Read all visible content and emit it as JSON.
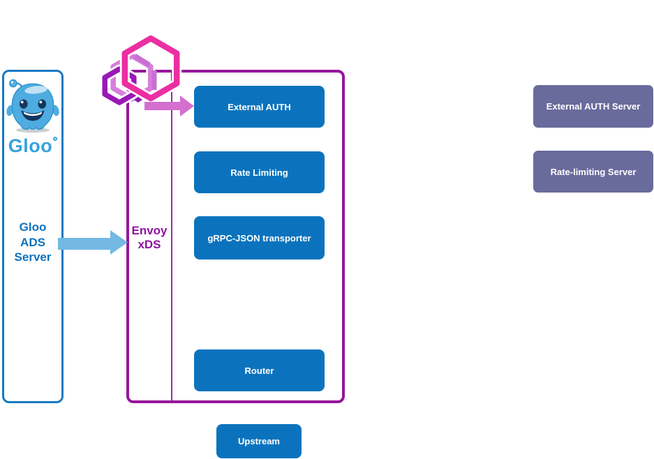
{
  "gloo_server": {
    "logo_text": "Gloo",
    "label": "Gloo ADS Server",
    "label_lines": [
      "Gloo",
      "ADS",
      "Server"
    ]
  },
  "envoy": {
    "label": "Envoy xDS",
    "label_lines": [
      "Envoy",
      "xDS"
    ],
    "filters": [
      {
        "label": "External AUTH"
      },
      {
        "label": "Rate Limiting"
      },
      {
        "label": "gRPC-JSON transporter"
      },
      {
        "label": "Router"
      }
    ]
  },
  "upstream": {
    "label": "Upstream"
  },
  "external_servers": [
    {
      "label": "External AUTH Server"
    },
    {
      "label": "Rate-limiting Server"
    }
  ],
  "icons": [
    {
      "name": "gloo-mascot-icon",
      "description": "blue Gloo blob mascot with antenna, eyes and smile"
    },
    {
      "name": "envoy-logo-icon",
      "description": "three overlapping pink and purple hexagon cubes (Envoy logo)"
    }
  ],
  "arrows": [
    {
      "name": "gloo-to-envoy-arrow",
      "color": "#73B9E3",
      "direction": "right"
    },
    {
      "name": "envoy-logo-to-external-auth-arrow",
      "color": "#D46FD0",
      "direction": "right"
    }
  ],
  "colors": {
    "gloo_border": "#1879C2",
    "gloo_label_text": "#0E71BC",
    "gloo_logo_text": "#36A3DB",
    "envoy_border": "#97169C",
    "envoy_label_text": "#8E129F",
    "filter_box_fill": "#0B73BD",
    "server_box_fill": "#696B9C",
    "box_text": "#FFFFFF",
    "envoy_hex_magenta": "#EB2EA2",
    "envoy_hex_orchid": "#D77EDB",
    "envoy_hex_dark_purple": "#9A18B6"
  }
}
